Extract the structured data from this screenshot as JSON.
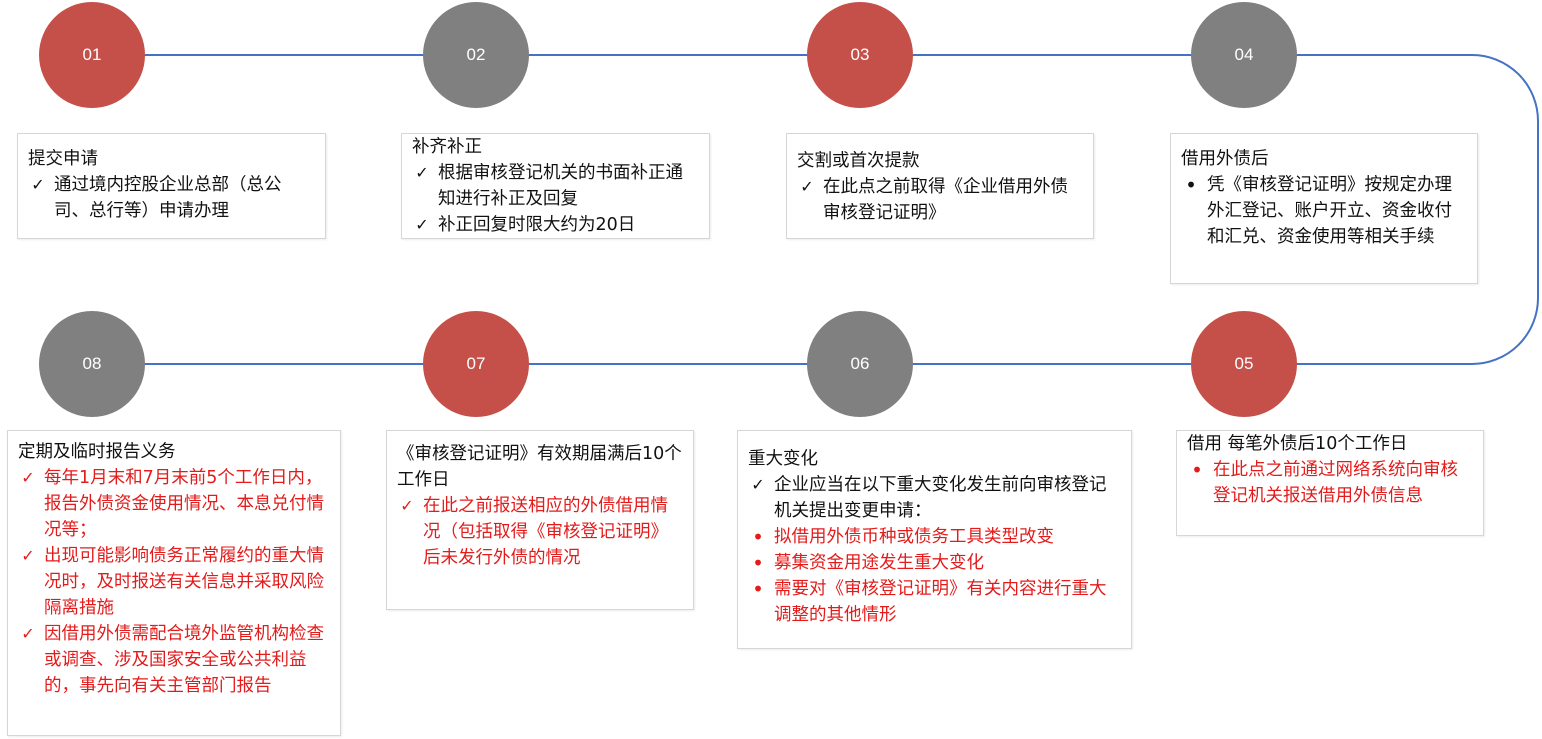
{
  "colors": {
    "red": "#c5504a",
    "gray": "#808080",
    "line": "#4472c4",
    "alert_text": "#e31b1b"
  },
  "steps": [
    {
      "number": "01",
      "color": "#c5504a",
      "title": "提交申请",
      "items": [
        {
          "marker": "check",
          "red": false,
          "text": "通过境内控股企业总部（总公司、总行等）申请办理"
        }
      ]
    },
    {
      "number": "02",
      "color": "#808080",
      "title": "补齐补正",
      "items": [
        {
          "marker": "check",
          "red": false,
          "text": "根据审核登记机关的书面补正通知进行补正及回复"
        },
        {
          "marker": "check",
          "red": false,
          "text": "补正回复时限大约为20日"
        }
      ]
    },
    {
      "number": "03",
      "color": "#c5504a",
      "title": "交割或首次提款",
      "items": [
        {
          "marker": "check",
          "red": false,
          "text": "在此点之前取得《企业借用外债审核登记证明》"
        }
      ]
    },
    {
      "number": "04",
      "color": "#808080",
      "title": "借用外债后",
      "items": [
        {
          "marker": "bullet",
          "red": false,
          "text": "凭《审核登记证明》按规定办理外汇登记、账户开立、资金收付和汇兑、资金使用等相关手续"
        }
      ]
    },
    {
      "number": "05",
      "color": "#c5504a",
      "title": "借用 每笔外债后10个工作日",
      "items": [
        {
          "marker": "bullet",
          "red": true,
          "text": "在此点之前通过网络系统向审核登记机关报送借用外债信息"
        }
      ]
    },
    {
      "number": "06",
      "color": "#808080",
      "title": "重大变化",
      "items": [
        {
          "marker": "check",
          "red": false,
          "text": "企业应当在以下重大变化发生前向审核登记机关提出变更申请："
        },
        {
          "marker": "bullet",
          "red": true,
          "text": "拟借用外债币种或债务工具类型改变"
        },
        {
          "marker": "bullet",
          "red": true,
          "text": "募集资金用途发生重大变化"
        },
        {
          "marker": "bullet",
          "red": true,
          "text": "需要对《审核登记证明》有关内容进行重大调整的其他情形"
        }
      ]
    },
    {
      "number": "07",
      "color": "#c5504a",
      "title": "《审核登记证明》有效期届满后10个工作日",
      "items": [
        {
          "marker": "check",
          "red": true,
          "text": "在此之前报送相应的外债借用情况（包括取得《审核登记证明》后未发行外债的情况"
        }
      ]
    },
    {
      "number": "08",
      "color": "#808080",
      "title": "定期及临时报告义务",
      "items": [
        {
          "marker": "check",
          "red": true,
          "text": "每年1月末和7月末前5个工作日内，报告外债资金使用情况、本息兑付情况等；"
        },
        {
          "marker": "check",
          "red": true,
          "text": "出现可能影响债务正常履约的重大情况时，及时报送有关信息并采取风险隔离措施"
        },
        {
          "marker": "check",
          "red": true,
          "text": "因借用外债需配合境外监管机构检查或调查、涉及国家安全或公共利益的，事先向有关主管部门报告"
        }
      ]
    }
  ]
}
